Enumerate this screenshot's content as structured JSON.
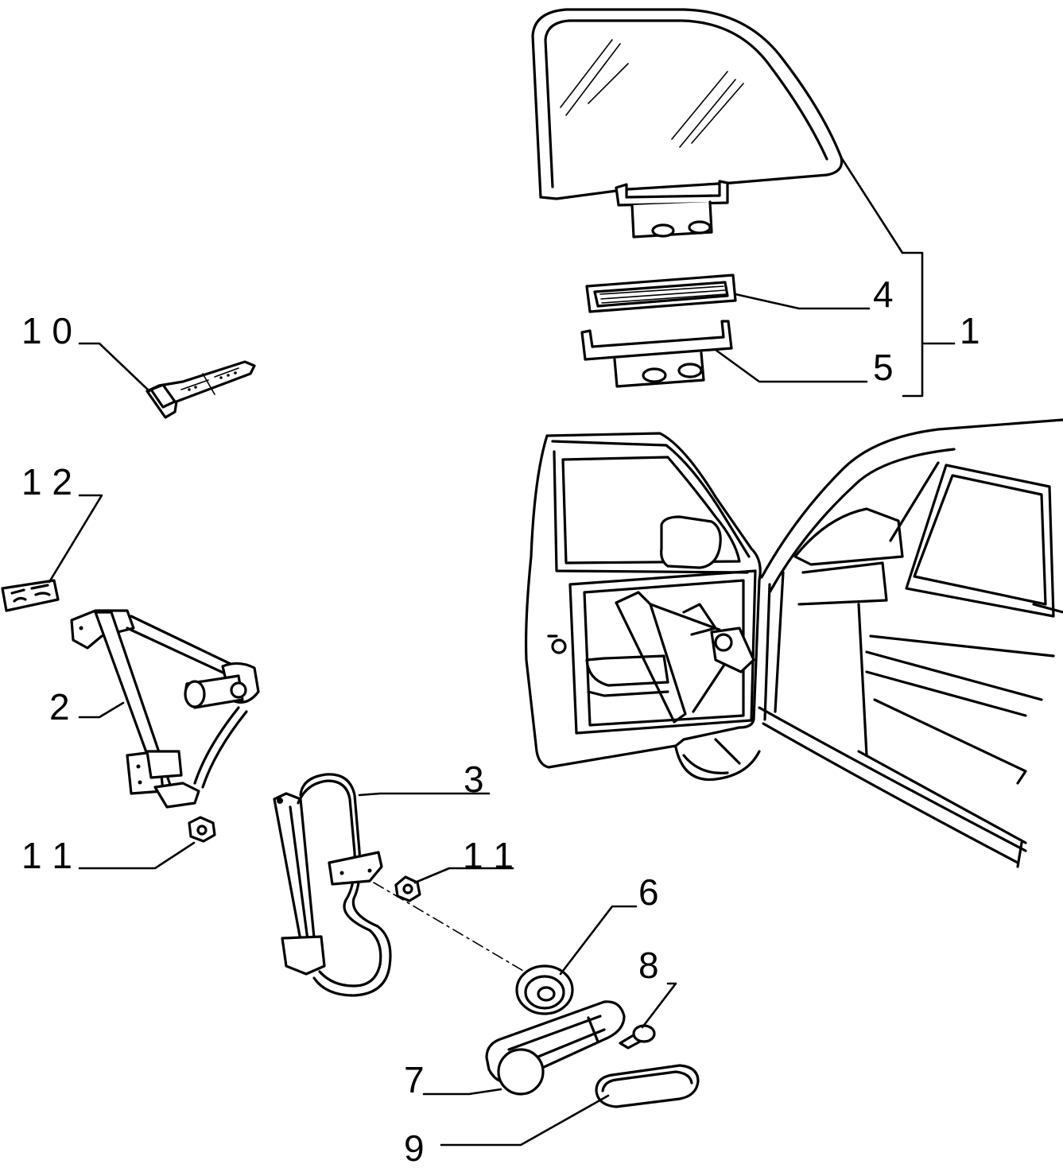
{
  "labels": {
    "l1": "1",
    "l2": "2",
    "l3": "3",
    "l4": "4",
    "l5": "5",
    "l6": "6",
    "l7": "7",
    "l8": "8",
    "l9": "9",
    "l10": "1 0",
    "l11a": "1 1",
    "l11b": "1 1",
    "l12": "1 2"
  },
  "colors": {
    "ink": "#000000",
    "paper": "#ffffff"
  }
}
